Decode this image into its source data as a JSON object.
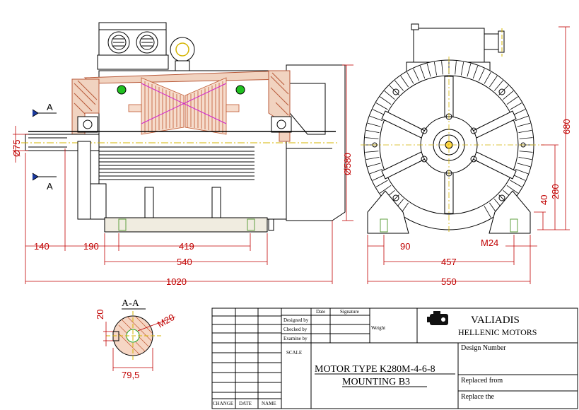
{
  "side_view": {
    "section_marker": "A",
    "dims": {
      "shaft_dia": "Ø75",
      "height": "Ø580",
      "d140": "140",
      "d190": "190",
      "d419": "419",
      "d540": "540",
      "d1020": "1020"
    }
  },
  "front_view": {
    "dims": {
      "h680": "680",
      "h280": "280",
      "h40": "40",
      "d90": "90",
      "m24": "M24",
      "d457": "457",
      "d550": "550"
    }
  },
  "section": {
    "title": "A-A",
    "dims": {
      "d20": "20",
      "m20": "M20",
      "d79_5": "79,5"
    }
  },
  "title_block": {
    "col_date": "Date",
    "col_signature": "Signature",
    "designed_by": "Designed by",
    "checked_by": "Checked by",
    "examine_by": "Examine by",
    "weight": "Weight",
    "scale": "SCALE",
    "change": "CHANGE",
    "date": "DATE",
    "name": "NAME",
    "company_line1": "VALIADIS",
    "company_line2": "HELLENIC MOTORS",
    "design_number": "Design Number",
    "replaced_from": "Replaced from",
    "replace_the": "Replace the",
    "motor_type": "MOTOR TYPE K280M-4-6-8",
    "mounting": "MOUNTING  B3"
  },
  "colors": {
    "line": "#000000",
    "dimension": "#c00000",
    "housing_section": "#b85a3a",
    "winding": "#c05830",
    "centerline": "#d4b400",
    "coil_cross": "#d020d0",
    "bearing_green": "#20c020",
    "base_green": "#60a040",
    "base_fill": "#f0ece0"
  }
}
